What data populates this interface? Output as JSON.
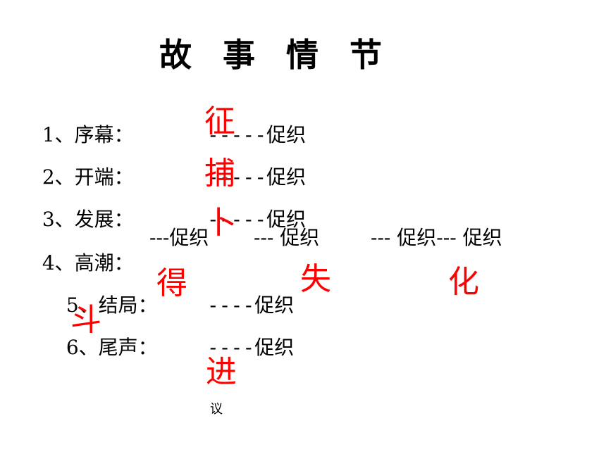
{
  "title": "故 事 情 节",
  "lines": [
    {
      "num": "1、",
      "label": "序幕：",
      "dashes": "-----",
      "word": "促织"
    },
    {
      "num": "2、",
      "label": "开端：",
      "dashes": "-----",
      "word": "促织"
    },
    {
      "num": "3、",
      "label": "发展：",
      "dashes": "-----",
      "word": "促织"
    },
    {
      "num": "4、",
      "label": "高潮：",
      "segments": [
        "---促织",
        "--- 促织",
        "--- 促织--- 促织"
      ]
    },
    {
      "num": "5、",
      "label": "结局：",
      "dashes": "----",
      "word": "促织"
    },
    {
      "num": "6、",
      "label": "尾声：",
      "dashes": "----",
      "word": "促织"
    }
  ],
  "red_words": {
    "zheng": "征",
    "bu": "捕",
    "bo": "卜",
    "de": "得",
    "shi": "失",
    "hua": "化",
    "dou": "斗",
    "jin": "进"
  },
  "small_note": "议",
  "colors": {
    "red": "#ff0000",
    "text": "#000000"
  }
}
